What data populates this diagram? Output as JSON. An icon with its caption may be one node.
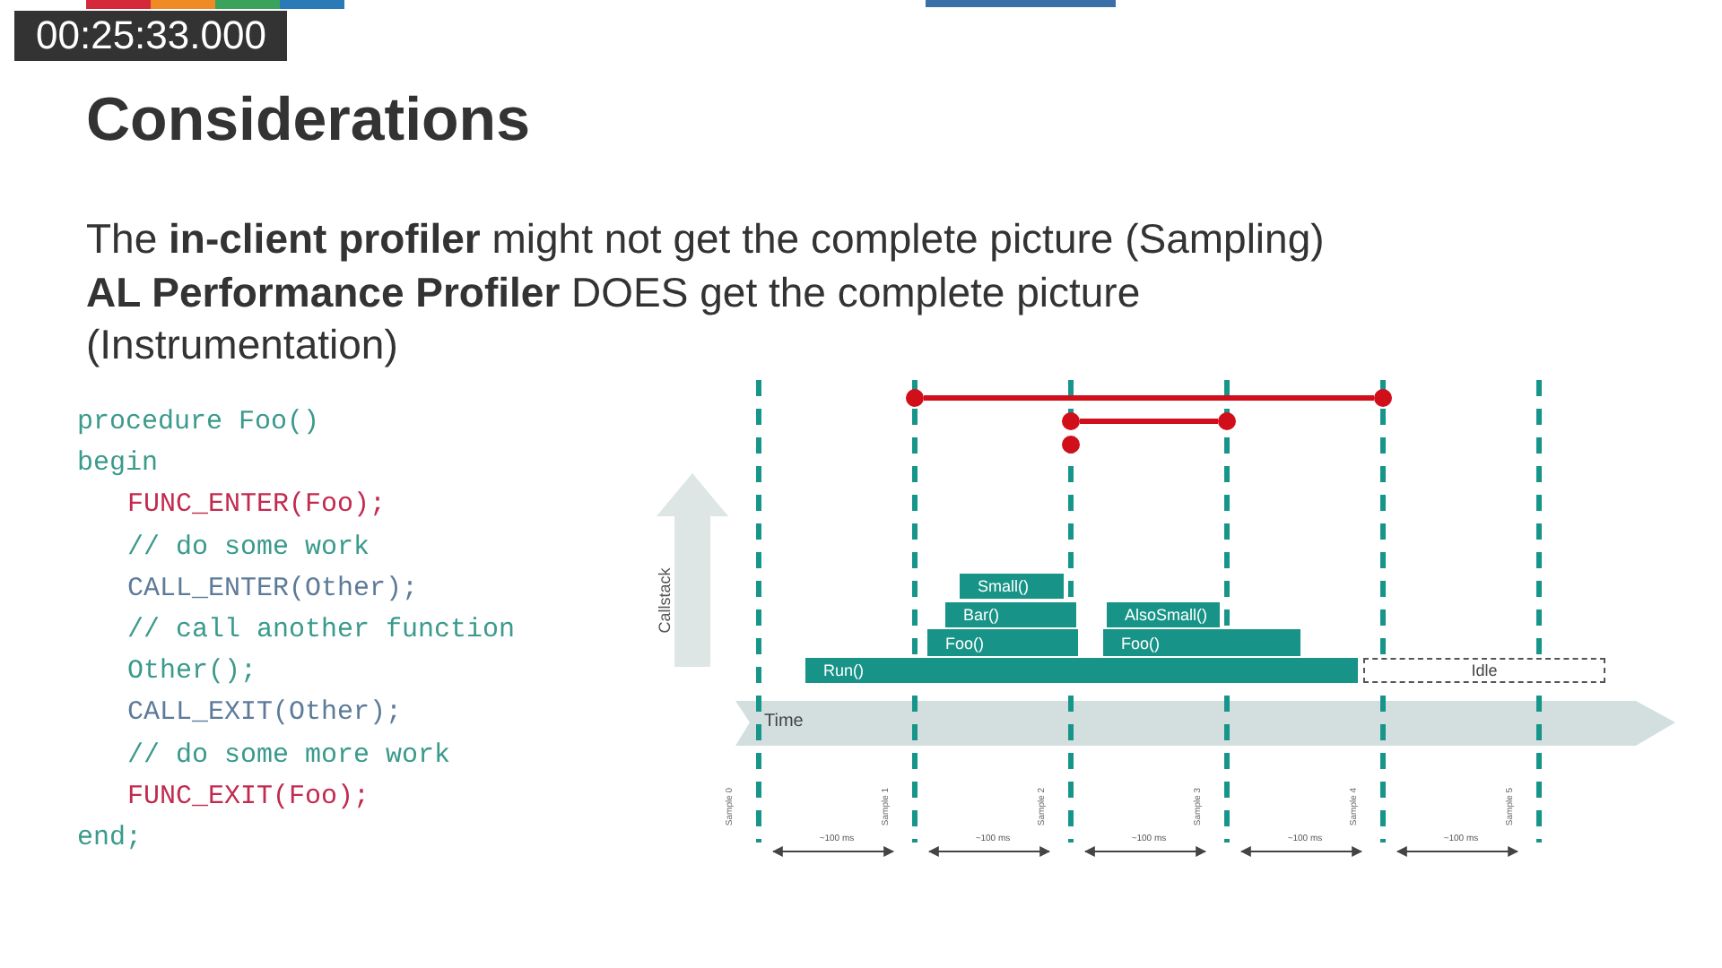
{
  "diagram": {
    "title": "Considerations",
    "nodes": [
      {
        "text": [],
        "shape": "circle"
      },
      {
        "text": [],
        "shape": "circle"
      },
      {
        "text": [],
        "shape": "circle"
      },
      {
        "text": [],
        "shape": "circle"
      },
      {
        "text": [],
        "shape": "circle"
      },
      {
        "text": [
          "Small()"
        ]
      },
      {
        "text": [
          "Bar()"
        ]
      },
      {
        "text": [
          "AlsoSmall()"
        ]
      },
      {
        "text": [
          "Foo()"
        ]
      },
      {
        "text": [
          "Foo()"
        ]
      },
      {
        "text": [
          "Run()"
        ]
      },
      {
        "text": [
          "Idle"
        ]
      }
    ],
    "edges": [
      {
        "from": 0,
        "to": 4,
        "arrow": "none"
      },
      {
        "from": 1,
        "to": 3,
        "arrow": "none"
      }
    ],
    "labels": [
      "00:25:33.000",
      "The **in-client profiler** might not get the complete picture (Sampling)",
      "**AL Performance Profiler** DOES get the complete picture (Instrumentation)",
      "procedure Foo()",
      "begin",
      "FUNC_ENTER(Foo);",
      "// do some work",
      "CALL_ENTER(Other);",
      "// call another function",
      "Other();",
      "CALL_EXIT(Other);",
      "// do some more work",
      "FUNC_EXIT(Foo);",
      "end;",
      "Callstack",
      "Time",
      "Sample 0",
      "Sample 1",
      "Sample 2",
      "Sample 3",
      "Sample 4",
      "Sample 5",
      "~100 ms",
      "~100 ms",
      "~100 ms",
      "~100 ms",
      "~100 ms"
    ]
  }
}
